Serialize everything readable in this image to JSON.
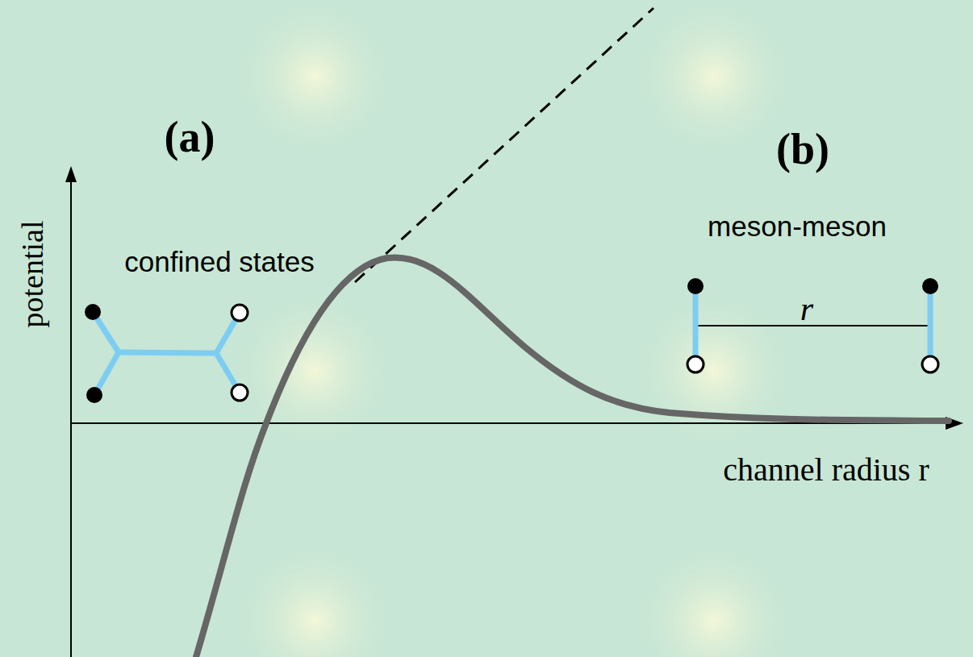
{
  "diagram": {
    "labels": [
      "(a)",
      "(b)",
      "potential",
      "confined states",
      "meson-meson",
      "r",
      "channel radius r"
    ]
  }
}
